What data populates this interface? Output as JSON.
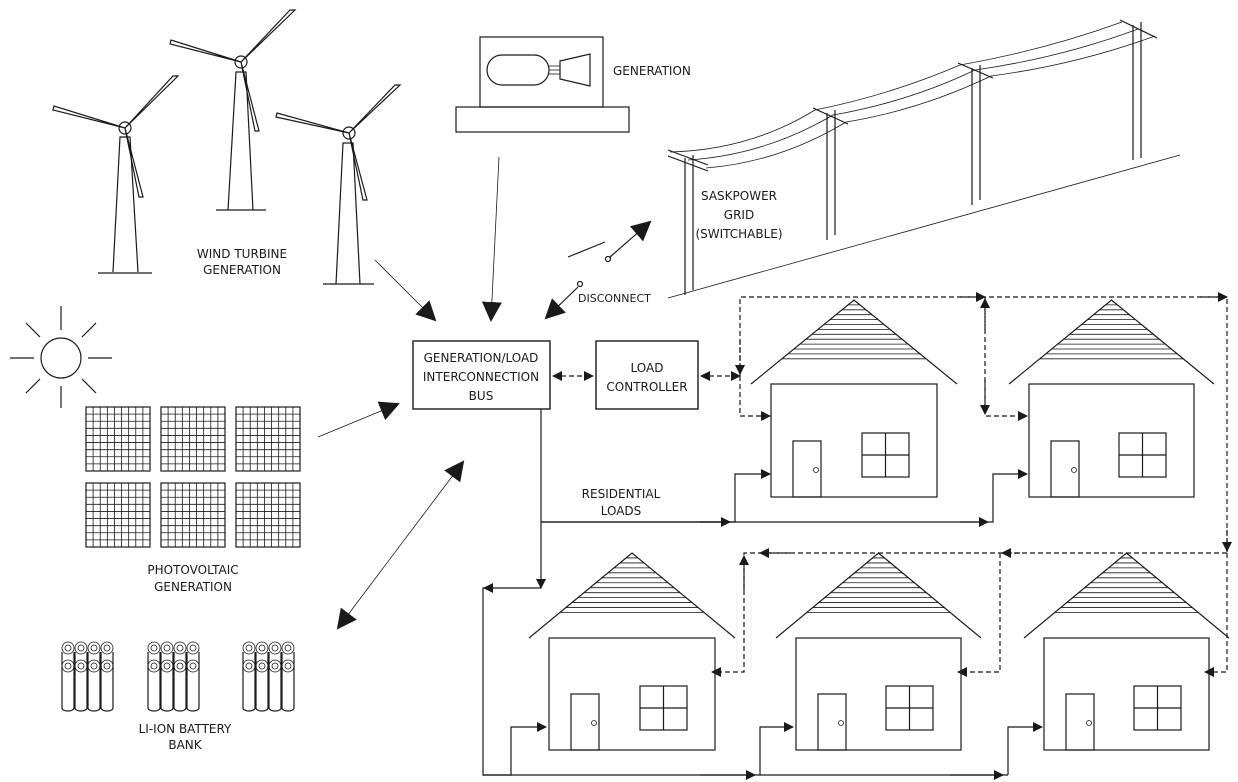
{
  "labels": {
    "wind_line1": "WIND  TURBINE",
    "wind_line2": "GENERATION",
    "generator": "GENERATION",
    "grid_line1": "SASKPOWER",
    "grid_line2": "GRID",
    "grid_line3": "(SWITCHABLE)",
    "disconnect": "DISCONNECT",
    "bus_line1": "GENERATION/LOAD",
    "bus_line2": "INTERCONNECTION",
    "bus_line3": "BUS",
    "controller_line1": "LOAD",
    "controller_line2": "CONTROLLER",
    "residential_line1": "RESIDENTIAL",
    "residential_line2": "LOADS",
    "pv_line1": "PHOTOVOLTAIC",
    "pv_line2": "GENERATION",
    "battery_line1": "LI-ION BATTERY",
    "battery_line2": "BANK"
  }
}
